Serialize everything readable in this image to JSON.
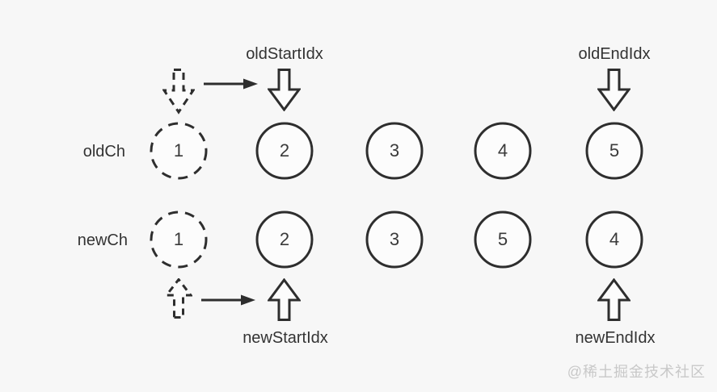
{
  "diagram": {
    "pointers": {
      "old_start": "oldStartIdx",
      "old_end": "oldEndIdx",
      "new_start": "newStartIdx",
      "new_end": "newEndIdx"
    },
    "rows": [
      {
        "label": "oldCh",
        "nodes": [
          {
            "value": "1",
            "style": "dashed"
          },
          {
            "value": "2",
            "style": "solid"
          },
          {
            "value": "3",
            "style": "solid"
          },
          {
            "value": "4",
            "style": "solid"
          },
          {
            "value": "5",
            "style": "solid"
          }
        ]
      },
      {
        "label": "newCh",
        "nodes": [
          {
            "value": "1",
            "style": "dashed"
          },
          {
            "value": "2",
            "style": "solid"
          },
          {
            "value": "3",
            "style": "solid"
          },
          {
            "value": "5",
            "style": "solid"
          },
          {
            "value": "4",
            "style": "solid"
          }
        ]
      }
    ],
    "watermark": "@稀土掘金技术社区",
    "colors": {
      "background": "#f7f7f7",
      "stroke": "#2e2e2e",
      "text": "#333333",
      "watermark": "#c8c8c8",
      "node_fill": "#fcfcfc"
    }
  }
}
